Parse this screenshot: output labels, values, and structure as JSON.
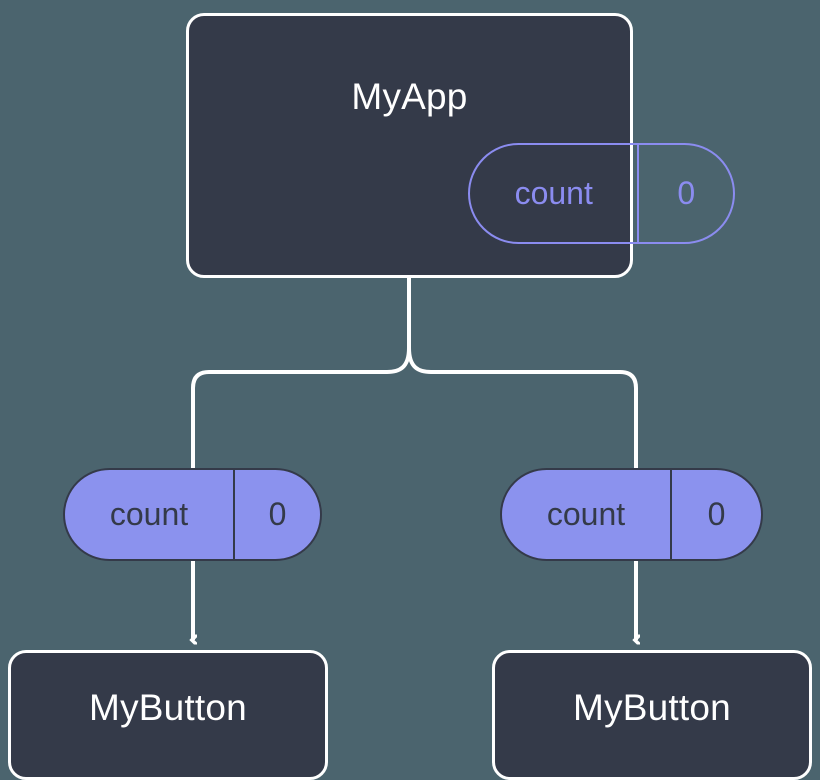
{
  "diagram": {
    "title": "MyApp state passed down as count prop to MyButton children",
    "background_color": "#4b646e",
    "box_fill_color": "#343a49",
    "box_border_color": "#ffffff",
    "state_pill_outline_color": "#8b8cf0",
    "prop_pill_fill_color": "#8b92ee",
    "prop_pill_border_color": "#343a49",
    "connector_color": "#ffffff"
  },
  "root": {
    "label": "MyApp",
    "state": {
      "key": "count",
      "value": "0"
    }
  },
  "props": [
    {
      "key": "count",
      "value": "0"
    },
    {
      "key": "count",
      "value": "0"
    }
  ],
  "children": [
    {
      "label": "MyButton"
    },
    {
      "label": "MyButton"
    }
  ]
}
